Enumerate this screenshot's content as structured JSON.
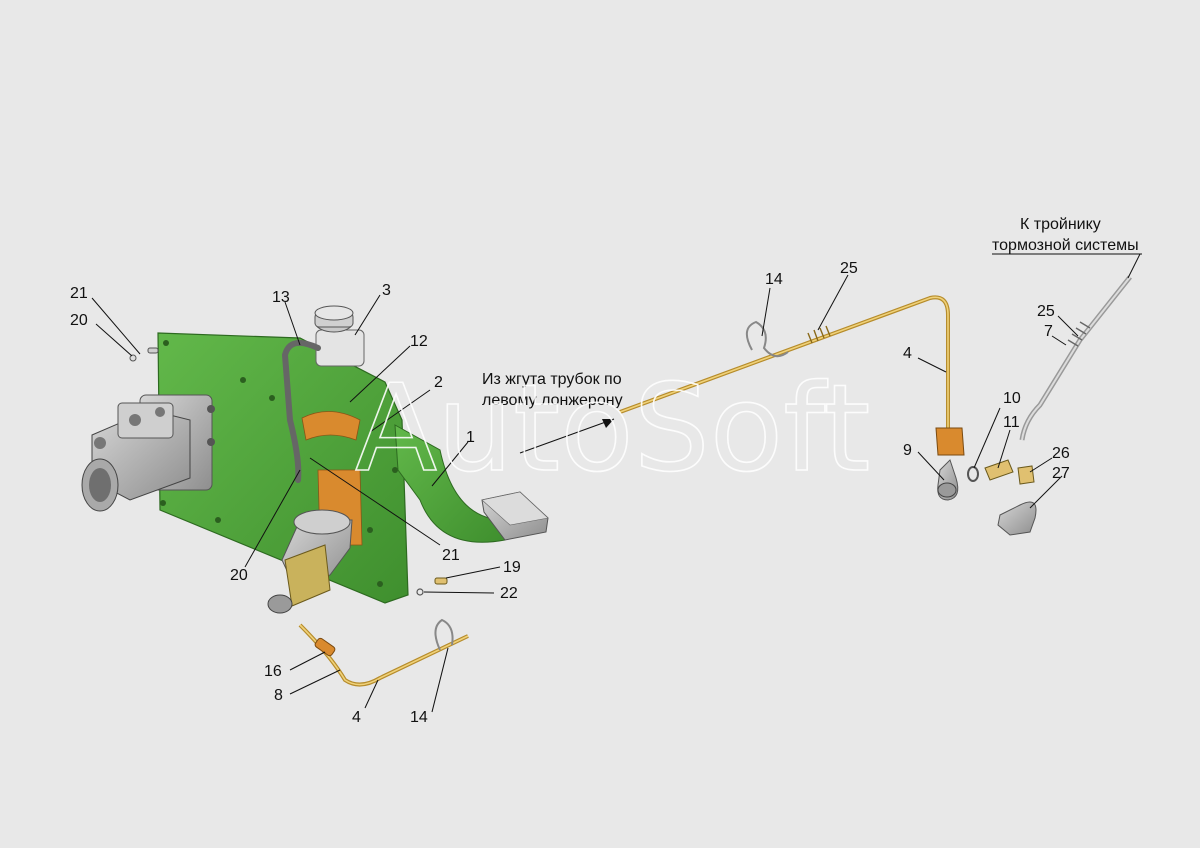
{
  "annotations": {
    "from_harness": [
      "Из жгута трубок по",
      "левому лонжерону"
    ],
    "to_tee": [
      "К тройнику",
      "тормозной системы"
    ]
  },
  "watermark": "AutoSoft",
  "callouts": {
    "c21a": "21",
    "c20a": "20",
    "c13": "13",
    "c3": "3",
    "c12": "12",
    "c2": "2",
    "c1": "1",
    "c21b": "21",
    "c20b": "20",
    "c19": "19",
    "c22": "22",
    "c16": "16",
    "c8": "8",
    "c4a": "4",
    "c14a": "14",
    "c14b": "14",
    "c25a": "25",
    "c4b": "4",
    "c9": "9",
    "c10": "10",
    "c11": "11",
    "c26": "26",
    "c27": "27",
    "c25b": "25",
    "c7": "7"
  },
  "colors": {
    "background": "#e8e8e8",
    "plate_green": "#4fa83a",
    "tube_yellow": "#d9b24a",
    "orange": "#d98a2e",
    "metal_grey": "#b8b8b8"
  }
}
